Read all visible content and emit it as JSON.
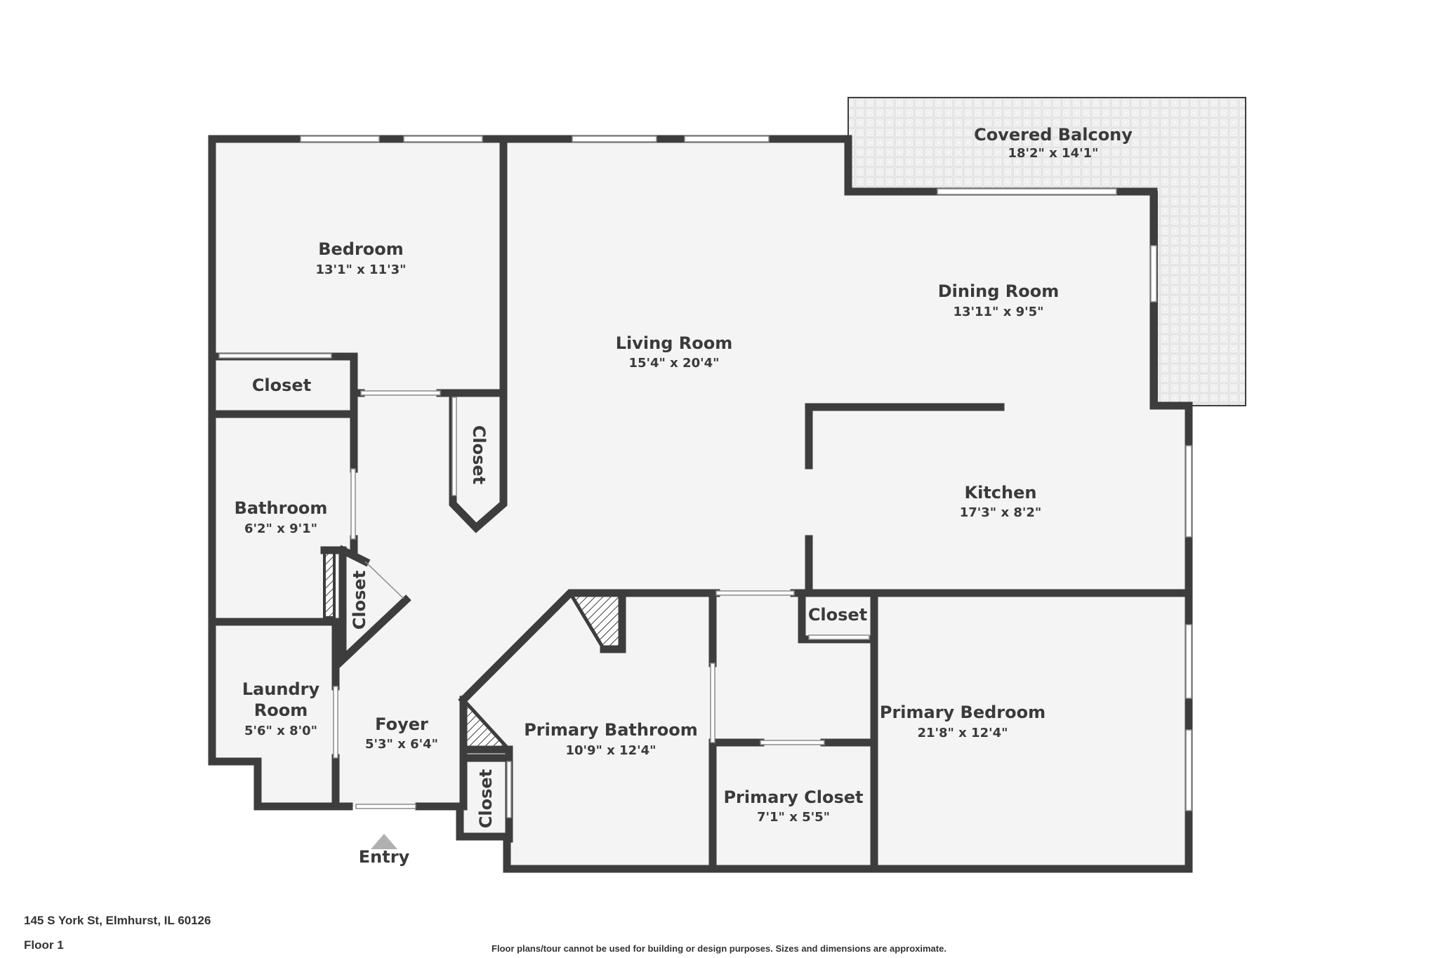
{
  "rooms": {
    "covered_balcony": {
      "name": "Covered Balcony",
      "dims": "18'2\" x 14'1\""
    },
    "bedroom": {
      "name": "Bedroom",
      "dims": "13'1\" x 11'3\""
    },
    "living_room": {
      "name": "Living Room",
      "dims": "15'4\" x 20'4\""
    },
    "dining_room": {
      "name": "Dining Room",
      "dims": "13'11\" x 9'5\""
    },
    "closet_bedroom": {
      "name": "Closet"
    },
    "closet_hall": {
      "name": "Closet"
    },
    "bathroom": {
      "name": "Bathroom",
      "dims": "6'2\" x 9'1\""
    },
    "closet_foyer": {
      "name": "Closet"
    },
    "kitchen": {
      "name": "Kitchen",
      "dims": "17'3\" x 8'2\""
    },
    "closet_kitchen": {
      "name": "Closet"
    },
    "laundry_room": {
      "name_line1": "Laundry",
      "name_line2": "Room",
      "dims": "5'6\" x 8'0\""
    },
    "foyer": {
      "name": "Foyer",
      "dims": "5'3\" x 6'4\""
    },
    "primary_bathroom": {
      "name": "Primary Bathroom",
      "dims": "10'9\" x 12'4\""
    },
    "primary_bedroom": {
      "name": "Primary Bedroom",
      "dims": "21'8\" x 12'4\""
    },
    "primary_closet": {
      "name": "Primary Closet",
      "dims": "7'1\" x 5'5\""
    },
    "closet_entry": {
      "name": "Closet"
    }
  },
  "entry_label": "Entry",
  "footer": {
    "address": "145 S York St, Elmhurst, IL 60126",
    "floor": "Floor 1",
    "disclaimer": "Floor plans/tour cannot be used for building or design purposes. Sizes and dimensions are approximate."
  },
  "colors": {
    "wall": "#3d3d3d",
    "floor": "#f4f4f4",
    "text": "#3a3a3a",
    "balcony_tile": "#e2e2e2"
  }
}
